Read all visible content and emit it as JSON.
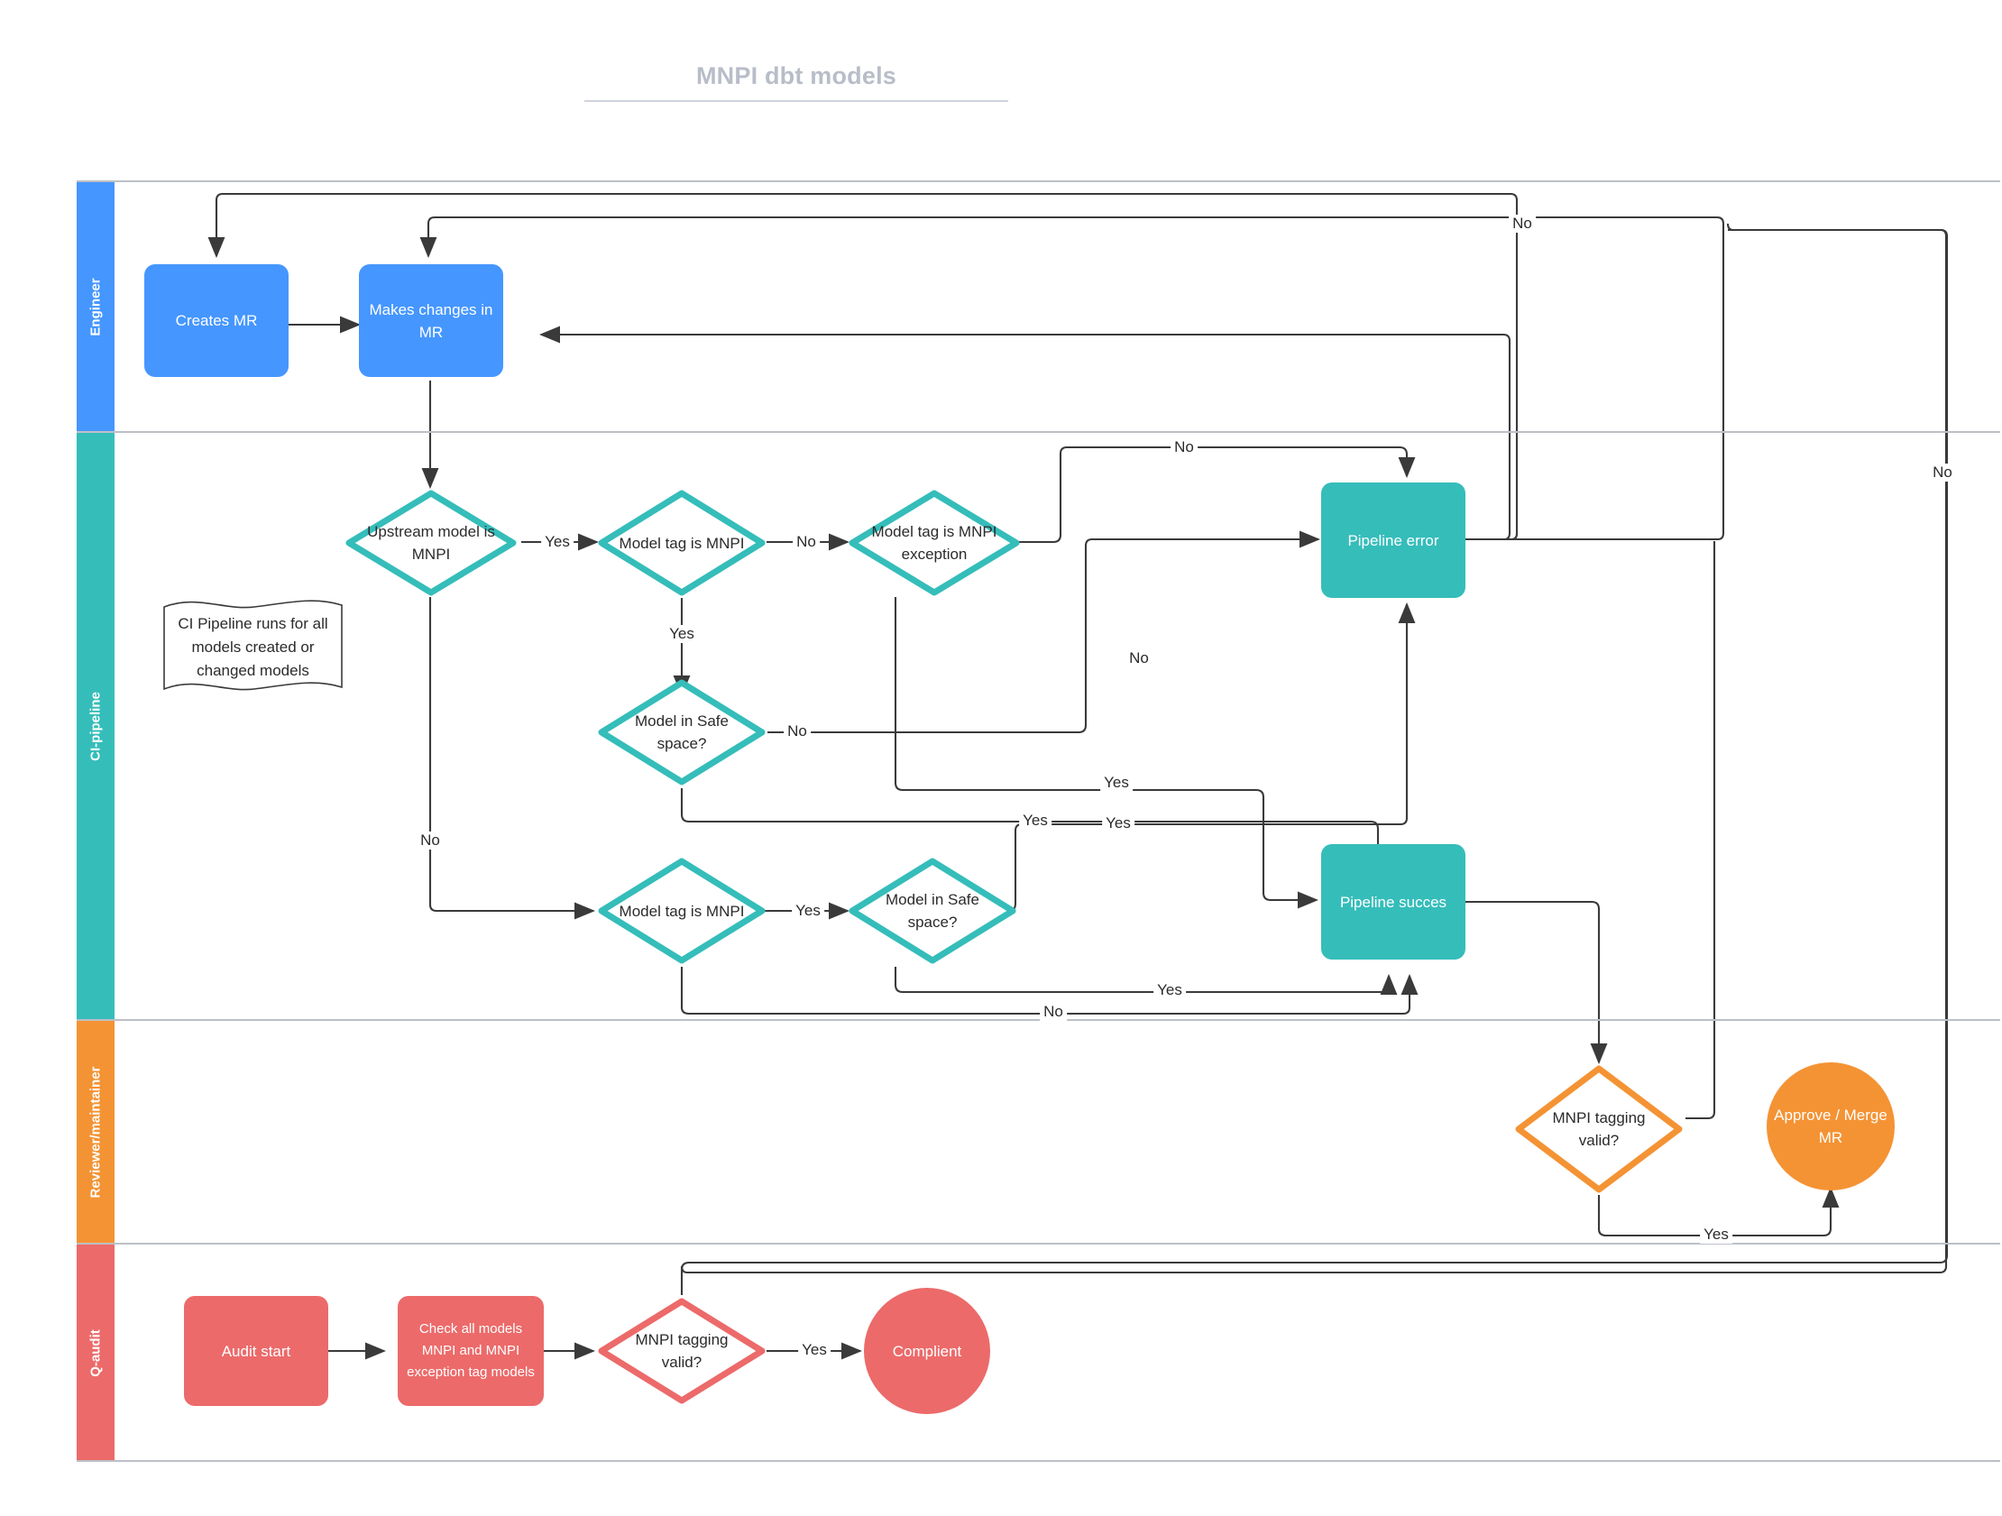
{
  "title": "MNPI dbt models",
  "colors": {
    "engineer": "#4596FF",
    "ci_pipeline": "#35BDBA",
    "reviewer": "#F49334",
    "q_audit": "#EC6A6A",
    "title": "#b8bdc8",
    "lane_rule": "#bcc0c6",
    "connector": "#3a3a3a"
  },
  "lanes": [
    {
      "id": "engineer",
      "label": "Engineer"
    },
    {
      "id": "ci-pipeline",
      "label": "CI-pipeline"
    },
    {
      "id": "reviewer",
      "label": "Reviewer/maintainer"
    },
    {
      "id": "q-audit",
      "label": "Q-audit"
    }
  ],
  "note": {
    "text": "CI Pipeline runs for all models created or changed models"
  },
  "nodes": {
    "creates_mr": {
      "label": "Creates MR"
    },
    "makes_changes": {
      "label": "Makes changes in MR"
    },
    "upstream_mnpi": {
      "label": "Upstream model is MNPI"
    },
    "tag_is_mnpi_1": {
      "label": "Model tag is MNPI"
    },
    "tag_is_exception": {
      "label": "Model tag is MNPI exception"
    },
    "safe_space_1": {
      "label": "Model in Safe space?"
    },
    "tag_is_mnpi_2": {
      "label": "Model tag is MNPI"
    },
    "safe_space_2": {
      "label": "Model in Safe space?"
    },
    "pipeline_error": {
      "label": "Pipeline error"
    },
    "pipeline_success": {
      "label": "Pipeline succes"
    },
    "tagging_valid_rev": {
      "label": "MNPI tagging valid?"
    },
    "approve_merge": {
      "label": "Approve / Merge MR"
    },
    "audit_start": {
      "label": "Audit start"
    },
    "check_all_models": {
      "label": "Check all models MNPI and MNPI exception tag models"
    },
    "tagging_valid_qa": {
      "label": "MNPI tagging valid?"
    },
    "complient": {
      "label": "Complient"
    }
  },
  "edge_labels": {
    "upstream_yes": "Yes",
    "upstream_no": "No",
    "tag1_no": "No",
    "tag1_yes": "Yes",
    "exception_no": "No",
    "exception_yes": "Yes",
    "safe1_no": "No",
    "safe1_yes": "Yes",
    "tag2_yes": "Yes",
    "tag2_no": "No",
    "safe2_yes_top": "Yes",
    "safe2_yes_bottom": "Yes",
    "error_to_changes_no": "No",
    "review_no": "No",
    "review_yes": "Yes",
    "audit_yes": "Yes",
    "audit_no": "No"
  }
}
